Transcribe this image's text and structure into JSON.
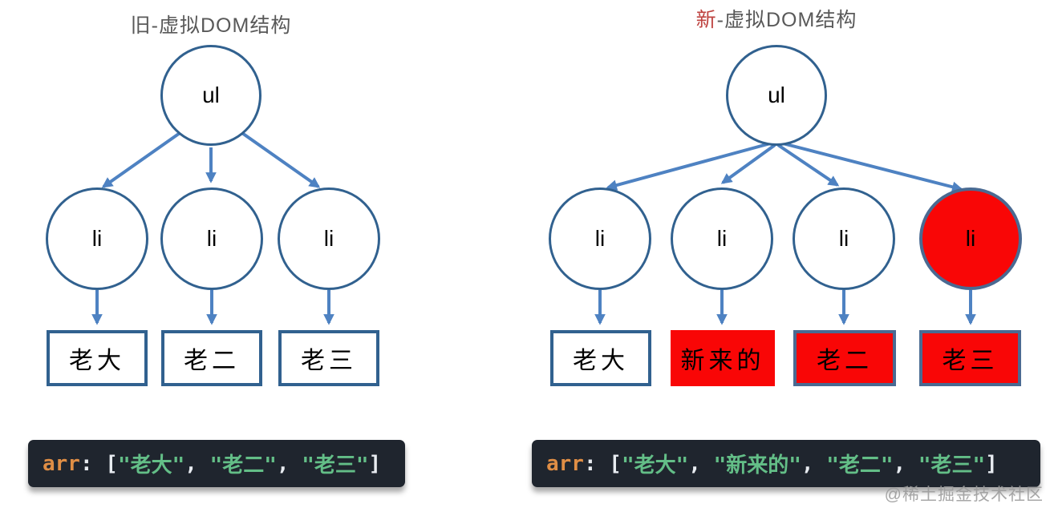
{
  "colors": {
    "node_border": "#31618F",
    "muted_border": "#4A6A92",
    "arrow": "#4E82C2",
    "red_fill": "#F90606",
    "title_gray": "#595959",
    "title_red": "#BE4340",
    "code_bg": "#1F252E",
    "code_key": "#E08E45",
    "code_string": "#63BE87",
    "code_punct": "#E8ECF1",
    "watermark": "#9B9B9B"
  },
  "left": {
    "title": "旧-虚拟DOM结构",
    "tree": {
      "root": "ul",
      "children": [
        "li",
        "li",
        "li"
      ],
      "leaves": [
        "老大",
        "老二",
        "老三"
      ]
    },
    "code": {
      "tokens": [
        {
          "t": "arr",
          "c": "key"
        },
        {
          "t": ":",
          "c": "punct"
        },
        {
          "t": " [",
          "c": "punct"
        },
        {
          "t": "\"老大\"",
          "c": "str"
        },
        {
          "t": ", ",
          "c": "punct"
        },
        {
          "t": "\"老二\"",
          "c": "str"
        },
        {
          "t": ", ",
          "c": "punct"
        },
        {
          "t": "\"老三\"",
          "c": "str"
        },
        {
          "t": "]",
          "c": "punct"
        }
      ]
    }
  },
  "right": {
    "title_highlight": "新",
    "title_rest": "-虚拟DOM结构",
    "tree": {
      "root": "ul",
      "children": [
        "li",
        "li",
        "li",
        "li"
      ],
      "leaves": [
        "老大",
        "新来的",
        "老二",
        "老三"
      ]
    },
    "code": {
      "tokens": [
        {
          "t": "arr",
          "c": "key"
        },
        {
          "t": ":",
          "c": "punct"
        },
        {
          "t": " [",
          "c": "punct"
        },
        {
          "t": "\"老大\"",
          "c": "str"
        },
        {
          "t": ", ",
          "c": "punct"
        },
        {
          "t": "\"新来的\"",
          "c": "str"
        },
        {
          "t": ", ",
          "c": "punct"
        },
        {
          "t": "\"老二\"",
          "c": "str"
        },
        {
          "t": ", ",
          "c": "punct"
        },
        {
          "t": "\"老三\"",
          "c": "str"
        },
        {
          "t": "]",
          "c": "punct"
        }
      ]
    }
  },
  "watermark": "@稀土掘金技术社区"
}
